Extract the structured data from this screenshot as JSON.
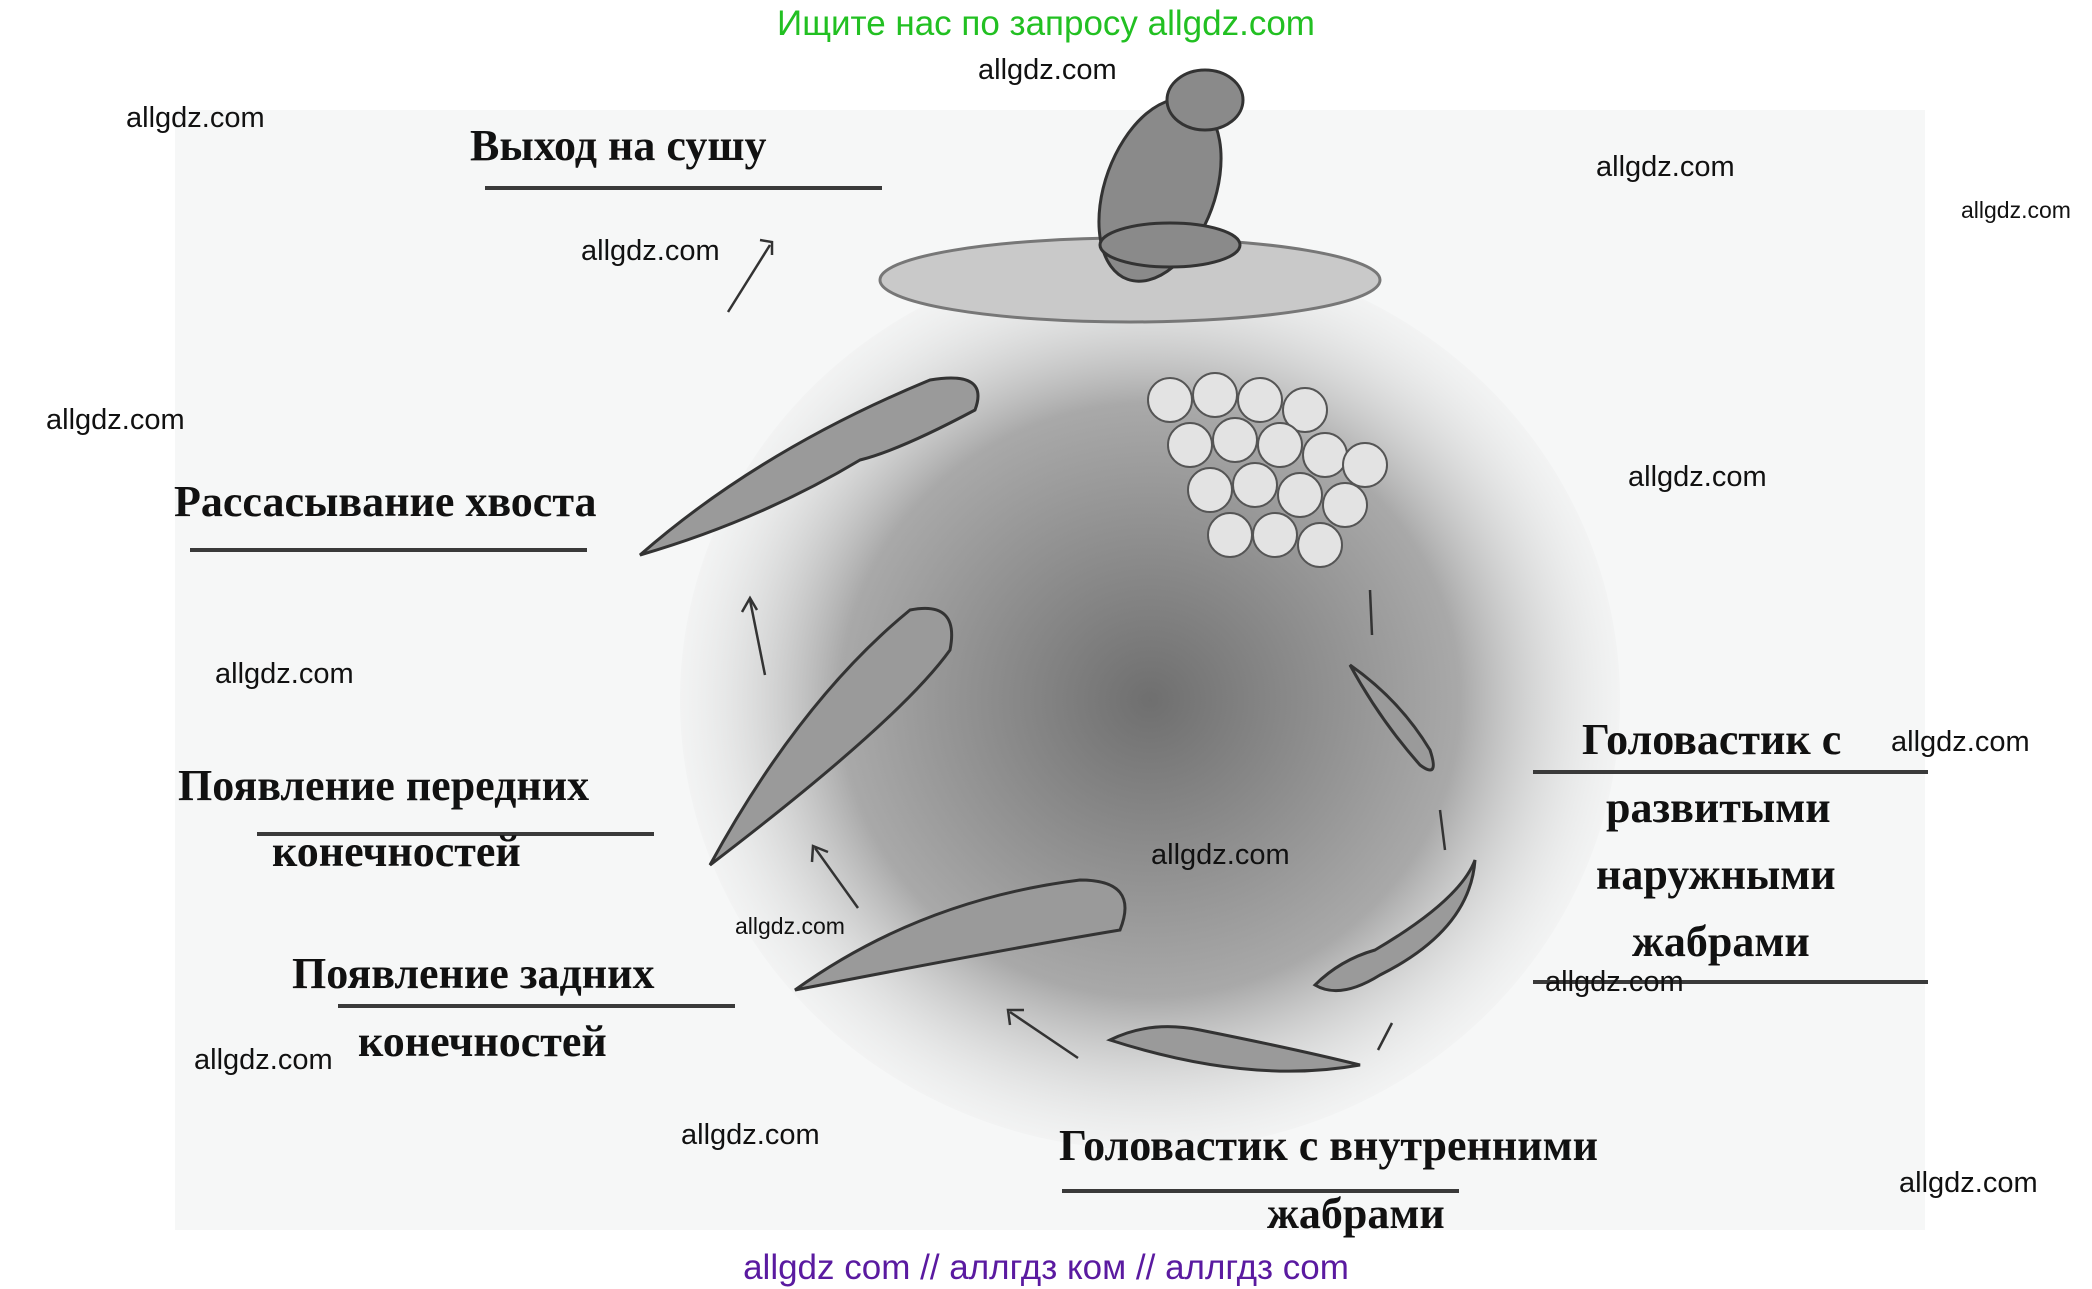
{
  "header": {
    "text": "Ищите нас по запросу allgdz.com",
    "color": "#22c022"
  },
  "footer": {
    "text": "allgdz com  //  аллгдз ком  //  аллгдз com",
    "color": "#5a1aa0"
  },
  "diagram": {
    "stages": [
      {
        "lines": [
          "Выход на сушу"
        ]
      },
      {
        "lines": [
          "Рассасывание хвоста"
        ]
      },
      {
        "lines": [
          "Появление передних",
          "конечностей"
        ]
      },
      {
        "lines": [
          "Появление задних",
          "конечностей"
        ]
      },
      {
        "lines": [
          "Головастик с",
          "развитыми",
          "наружными",
          "жабрами"
        ]
      },
      {
        "lines": [
          "Головастик с внутренними",
          "жабрами"
        ]
      }
    ],
    "illustration": "frog-life-cycle"
  },
  "watermark": "allgdz.com"
}
